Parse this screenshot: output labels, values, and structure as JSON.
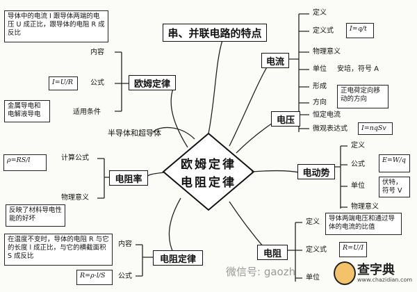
{
  "center": {
    "line1": "欧姆定律",
    "line2": "电阻定律"
  },
  "top_title": "串、并联电路的特点",
  "ohm": {
    "label": "欧姆定律",
    "content_label": "内容",
    "content_text": "导体中的电流 I 跟导体两端的电压 U 成正比，跟导体的电阻 R 成反比",
    "formula_label": "公式",
    "formula_text": "I=U/R",
    "condition_label": "适用条件",
    "condition_text": "金属导电和电解液导电"
  },
  "current": {
    "label": "电流",
    "definition": "定义",
    "def_formula_label": "定义式",
    "def_formula": "I=q/t",
    "physical_meaning": "物理意义",
    "unit_label": "单位",
    "unit_text": "安培，符号 A",
    "formation": "形成",
    "direction": "方向",
    "direction_text": "正电荷定向移动的方向",
    "constant": "恒定电流",
    "micro_label": "微观表达式",
    "micro_formula": "I=nqSv"
  },
  "voltage": {
    "label": "电压"
  },
  "emf": {
    "label": "电动势",
    "definition": "定义",
    "formula_label": "公式",
    "formula": "E=W/q",
    "unit_label": "单位",
    "unit_text": "伏特，符号 V",
    "physical_meaning": "物理意义"
  },
  "semiconductor": "半导体和超导体",
  "resistivity": {
    "label": "电阻率",
    "formula": "ρ=RS/l",
    "calc_label": "计算公式",
    "physical_meaning": "物理意义",
    "meaning_text": "反映了材料导电性能的好坏"
  },
  "resistance_law": {
    "label": "电阻定律",
    "content_label": "内容",
    "content_text": "在温度不变时，导体的电阻 R 与它的长度 l 成正比，与它的横截面积 S 成反比",
    "formula_label": "公式",
    "formula": "R=ρ·l/S"
  },
  "resistance": {
    "label": "电阻",
    "definition": "定义",
    "def_text": "导体两端电压和通过导体的电流的比值",
    "def_formula_label": "定义式",
    "def_formula": "R=U/I",
    "unit_label": "单位"
  },
  "watermark": "微信号: gaozh",
  "logo": {
    "name": "查字典",
    "url": "www.chazidian.com"
  }
}
